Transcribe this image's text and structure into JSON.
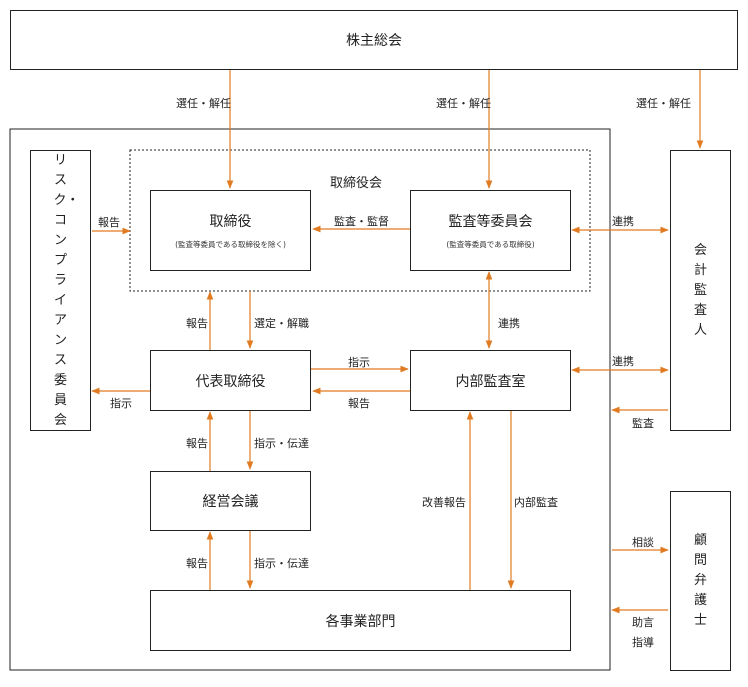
{
  "nodes": {
    "shareholders": "株主総会",
    "board": "取締役会",
    "directors": "取締役",
    "directors_note": "(監査等委員である取締役を除く)",
    "audit_committee": "監査等委員会",
    "audit_committee_note": "(監査等委員である取締役)",
    "risk_committee": "リスク・コンプライアンス委員会",
    "auditor": "会計監査人",
    "ceo": "代表取締役",
    "internal_audit": "内部監査室",
    "management_meeting": "経営会議",
    "divisions": "各事業部門",
    "lawyer": "顧問弁護士"
  },
  "labels": {
    "elect_1": "選任・解任",
    "elect_2": "選任・解任",
    "elect_3": "選任・解任",
    "report_risk": "報告",
    "audit_supervise": "監査・監督",
    "coop_auditor_top": "連携",
    "report_ceo_up": "報告",
    "appoint_dismiss": "選定・解職",
    "coop_internal": "連携",
    "instruct_internal": "指示",
    "report_internal": "報告",
    "coop_auditor_mid": "連携",
    "instruct_risk": "指示",
    "audit_by_auditor": "監査",
    "report_mgmt_up": "報告",
    "instruct_mgmt_down": "指示・伝達",
    "improvement_report": "改善報告",
    "internal_audit_label": "内部監査",
    "report_div_up": "報告",
    "instruct_div_down": "指示・伝達",
    "consult": "相談",
    "advice": "助言",
    "guidance": "指導"
  },
  "colors": {
    "arrow": "#e07b22",
    "border": "#222222"
  }
}
